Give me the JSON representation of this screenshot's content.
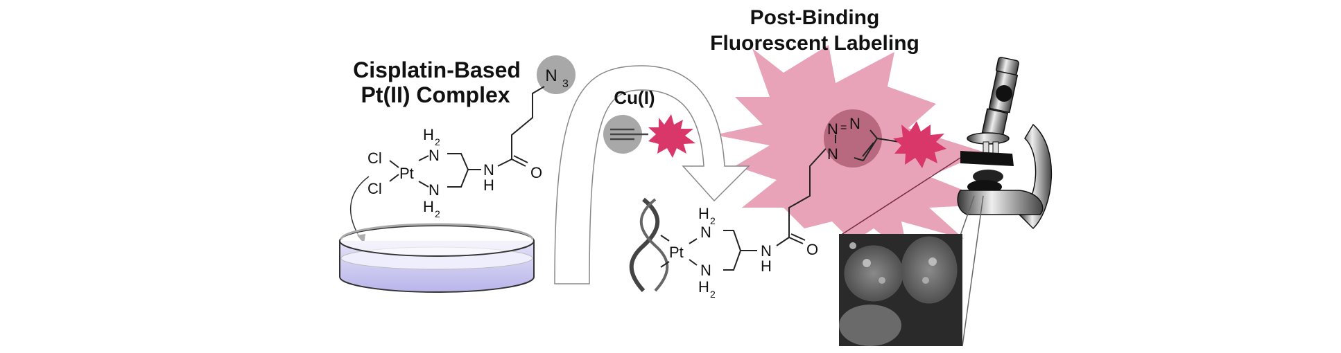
{
  "titles": {
    "left_line1": "Cisplatin-Based",
    "left_line2": "Pt(II) Complex",
    "right_line1": "Post-Binding",
    "right_line2": "Fluorescent Labeling",
    "catalyst": "Cu(I)"
  },
  "molecule_top": {
    "cl1": "Cl",
    "cl2": "Cl",
    "pt": "Pt",
    "n_upper": "N",
    "h2_upper": "H",
    "h2_upper_sub": "2",
    "n_lower": "N",
    "h2_lower": "H",
    "h2_lower_sub": "2",
    "amide_n": "N",
    "amide_h": "H",
    "carbonyl_o": "O",
    "azide": "N",
    "azide_sub": "3"
  },
  "molecule_bottom": {
    "pt": "Pt",
    "n_upper": "N",
    "h2_upper": "H",
    "h2_upper_sub": "2",
    "n_lower": "N",
    "h2_lower": "H",
    "h2_lower_sub": "2",
    "amide_n": "N",
    "amide_h": "H",
    "carbonyl_o": "O"
  },
  "triazole": {
    "n1": "N",
    "n2": "N",
    "n3": "N",
    "bond_symbol": "="
  },
  "colors": {
    "starburst_large": "#e8a3b8",
    "fluorophore": "#d9366a",
    "triazole_circle": "#b8697f",
    "gray_circle": "#a8a8a8",
    "petri_liquid": "#c9c6ef"
  }
}
